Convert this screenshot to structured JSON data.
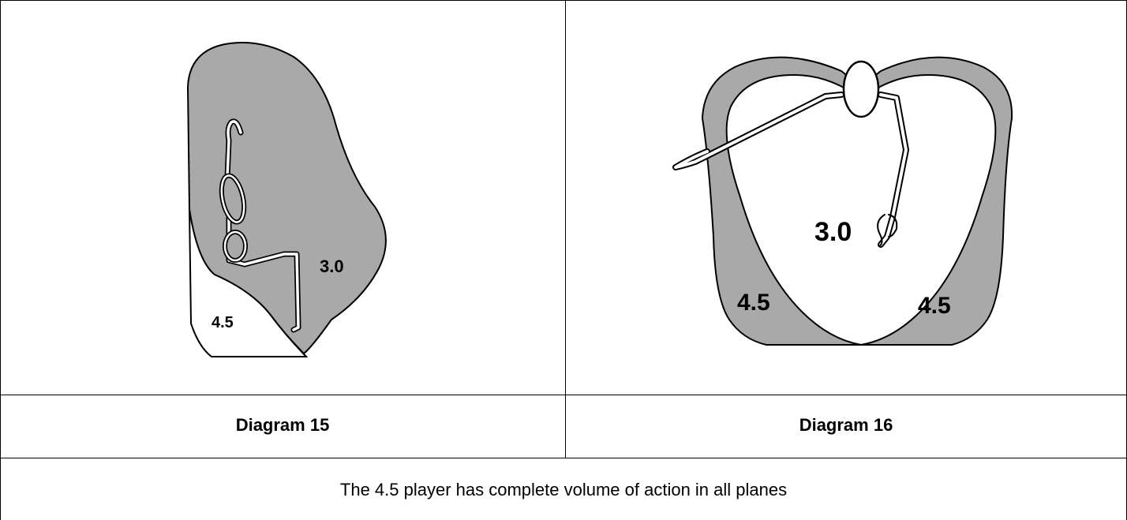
{
  "diagrams": [
    {
      "caption": "Diagram 15",
      "zones": [
        {
          "label": "3.0",
          "color": "#a9a9a9"
        },
        {
          "label": "4.5",
          "color": "#ffffff"
        }
      ]
    },
    {
      "caption": "Diagram 16",
      "zones": [
        {
          "label": "3.0",
          "color": "#ffffff"
        },
        {
          "label": "4.5",
          "color": "#a9a9a9"
        },
        {
          "label": "4.5",
          "color": "#a9a9a9"
        }
      ]
    }
  ],
  "footer_text": "The 4.5 player has complete volume of action in all planes"
}
